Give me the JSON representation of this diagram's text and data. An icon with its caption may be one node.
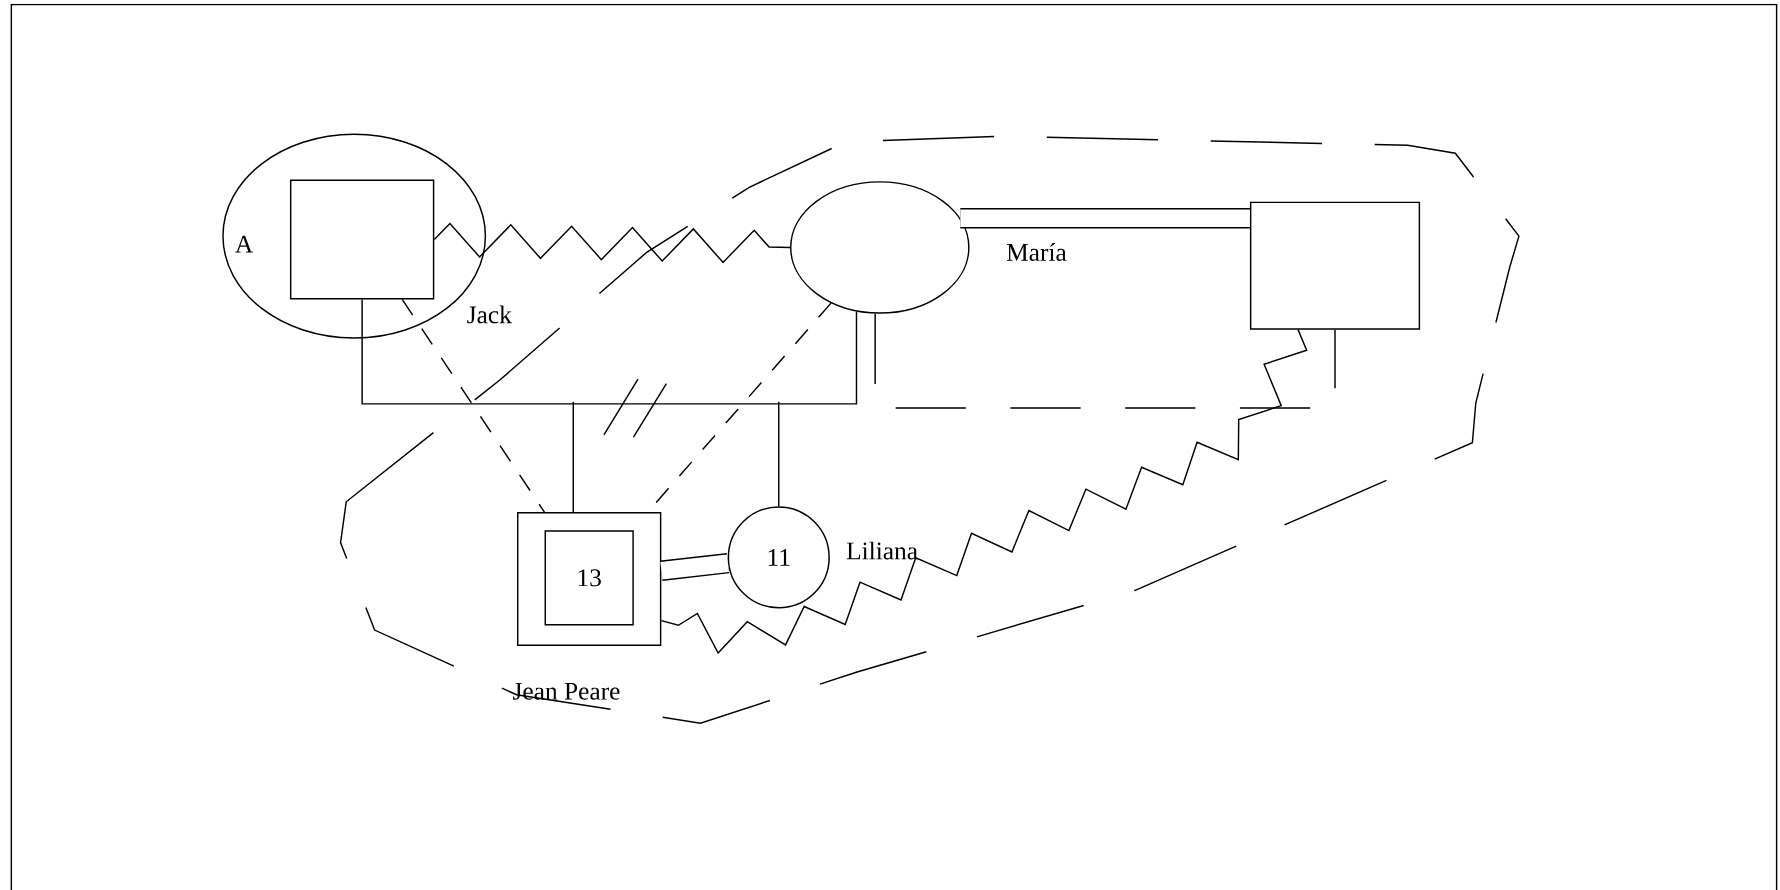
{
  "diagram": {
    "nodes": [
      {
        "text": [
          "A"
        ]
      },
      {
        "text": [],
        "shape": "box",
        "in": 0,
        "beside": [
          "Jack"
        ]
      },
      {
        "text": [],
        "shape": "circle",
        "beside": [
          "María"
        ]
      },
      {
        "text": [],
        "shape": "box"
      },
      {
        "text": [],
        "shape": "box",
        "beside": [
          "Jean Peare"
        ]
      },
      {
        "text": [
          "13"
        ],
        "in": 4
      },
      {
        "text": [
          "11"
        ],
        "beside": [
          "Liliana"
        ]
      }
    ],
    "edges": [
      {
        "from": 1,
        "to": 2,
        "arrow": "none"
      },
      {
        "from": 1,
        "to": 2,
        "arrow": "none"
      },
      {
        "from": null,
        "to": 4,
        "arrow": "none"
      },
      {
        "from": null,
        "to": 6,
        "arrow": "none"
      },
      {
        "from": 2,
        "to": 3,
        "arrow": "none",
        "style": "thick"
      },
      {
        "from": 2,
        "to": 3,
        "arrow": "none",
        "style": "dashed"
      },
      {
        "from": 3,
        "to": 4,
        "arrow": "none"
      },
      {
        "from": 1,
        "to": 4,
        "arrow": "none",
        "style": "dashed"
      },
      {
        "from": 2,
        "to": 4,
        "arrow": "none",
        "style": "dashed"
      },
      {
        "from": 4,
        "to": 6,
        "arrow": "none",
        "style": "thick"
      }
    ]
  }
}
